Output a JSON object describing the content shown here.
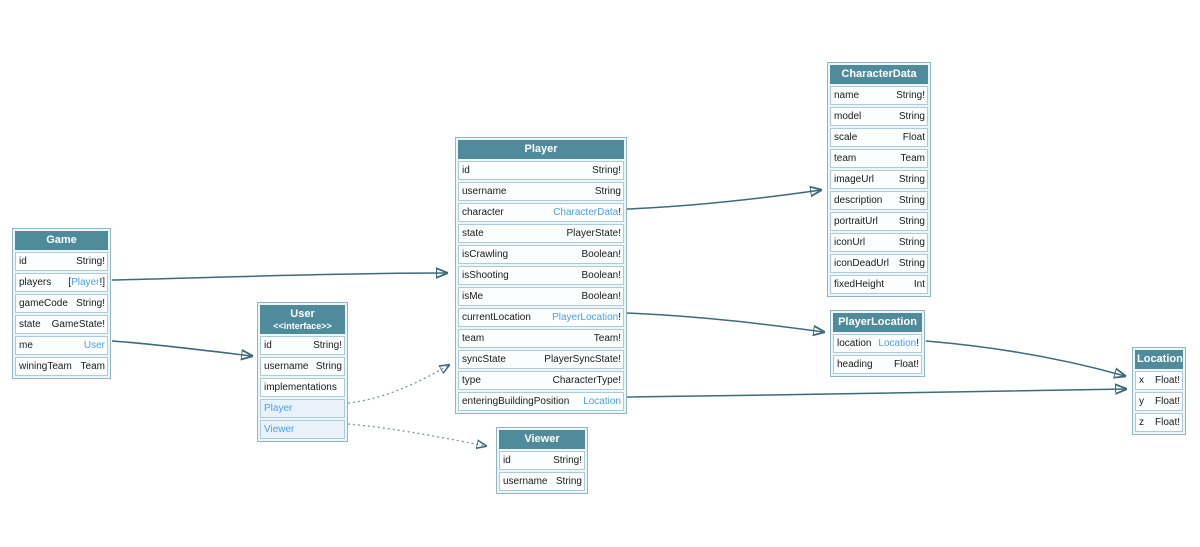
{
  "diagram": {
    "colors": {
      "header_bg": "#4f8b9b",
      "link_text": "#4da1e4",
      "arrow": "#3e6b77",
      "table_border": "#8fb7c3",
      "row_border": "#adcbd4",
      "text": "#1a1a1a"
    },
    "tables": [
      {
        "id": "game",
        "title": "Game",
        "rows": [
          {
            "name": "id",
            "type": "String!"
          },
          {
            "name": "players",
            "type": "[Player!]",
            "link": "Player"
          },
          {
            "name": "gameCode",
            "type": "String!"
          },
          {
            "name": "state",
            "type": "GameState!"
          },
          {
            "name": "me",
            "type": "User",
            "link": "User"
          },
          {
            "name": "winingTeam",
            "type": "Team"
          }
        ]
      },
      {
        "id": "user",
        "title": "User",
        "subtitle": "<<interface>>",
        "rows": [
          {
            "name": "id",
            "type": "String!"
          },
          {
            "name": "username",
            "type": "String"
          },
          {
            "name": "implementations",
            "type": ""
          },
          {
            "name": "Player",
            "type": "",
            "name_link": true
          },
          {
            "name": "Viewer",
            "type": "",
            "name_link": true
          }
        ]
      },
      {
        "id": "player",
        "title": "Player",
        "rows": [
          {
            "name": "id",
            "type": "String!"
          },
          {
            "name": "username",
            "type": "String"
          },
          {
            "name": "character",
            "type": "CharacterData!",
            "link": "CharacterData"
          },
          {
            "name": "state",
            "type": "PlayerState!"
          },
          {
            "name": "isCrawling",
            "type": "Boolean!"
          },
          {
            "name": "isShooting",
            "type": "Boolean!"
          },
          {
            "name": "isMe",
            "type": "Boolean!"
          },
          {
            "name": "currentLocation",
            "type": "PlayerLocation!",
            "link": "PlayerLocation"
          },
          {
            "name": "team",
            "type": "Team!"
          },
          {
            "name": "syncState",
            "type": "PlayerSyncState!"
          },
          {
            "name": "type",
            "type": "CharacterType!"
          },
          {
            "name": "enteringBuildingPosition",
            "type": "Location",
            "link": "Location"
          }
        ]
      },
      {
        "id": "viewer",
        "title": "Viewer",
        "rows": [
          {
            "name": "id",
            "type": "String!"
          },
          {
            "name": "username",
            "type": "String"
          }
        ]
      },
      {
        "id": "characterData",
        "title": "CharacterData",
        "rows": [
          {
            "name": "name",
            "type": "String!"
          },
          {
            "name": "model",
            "type": "String"
          },
          {
            "name": "scale",
            "type": "Float"
          },
          {
            "name": "team",
            "type": "Team"
          },
          {
            "name": "imageUrl",
            "type": "String"
          },
          {
            "name": "description",
            "type": "String"
          },
          {
            "name": "portraitUrl",
            "type": "String"
          },
          {
            "name": "iconUrl",
            "type": "String"
          },
          {
            "name": "iconDeadUrl",
            "type": "String"
          },
          {
            "name": "fixedHeight",
            "type": "Int"
          }
        ]
      },
      {
        "id": "playerLocation",
        "title": "PlayerLocation",
        "rows": [
          {
            "name": "location",
            "type": "Location!",
            "link": "Location"
          },
          {
            "name": "heading",
            "type": "Float!"
          }
        ]
      },
      {
        "id": "location",
        "title": "Location",
        "rows": [
          {
            "name": "x",
            "type": "Float!"
          },
          {
            "name": "y",
            "type": "Float!"
          },
          {
            "name": "z",
            "type": "Float!"
          }
        ]
      }
    ],
    "edges": [
      {
        "id": "g-players-player",
        "from": "Game.players",
        "to": "Player",
        "style": "solid"
      },
      {
        "id": "g-me-user",
        "from": "Game.me",
        "to": "User",
        "style": "solid"
      },
      {
        "id": "p-character-cd",
        "from": "Player.character",
        "to": "CharacterData",
        "style": "solid"
      },
      {
        "id": "p-currentloc-pl",
        "from": "Player.currentLocation",
        "to": "PlayerLocation",
        "style": "solid"
      },
      {
        "id": "p-ebp-loc",
        "from": "Player.enteringBuildingPosition",
        "to": "Location",
        "style": "solid"
      },
      {
        "id": "pl-location-loc",
        "from": "PlayerLocation.location",
        "to": "Location",
        "style": "solid"
      },
      {
        "id": "u-player-p",
        "from": "User.Player",
        "to": "Player",
        "style": "dotted"
      },
      {
        "id": "u-viewer-v",
        "from": "User.Viewer",
        "to": "Viewer",
        "style": "dotted"
      }
    ]
  }
}
